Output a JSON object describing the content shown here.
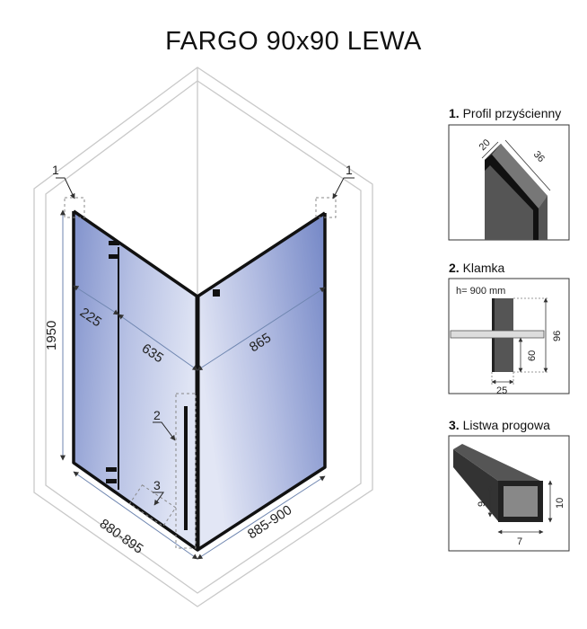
{
  "title": "FARGO 90x90 LEWA",
  "main": {
    "height": "1950",
    "d225": "225",
    "d635": "635",
    "d865": "865",
    "width_left": "880-895",
    "width_right": "885-900",
    "callout1_left": "1",
    "callout1_right": "1",
    "callout2": "2",
    "callout3": "3"
  },
  "details": [
    {
      "num": "1.",
      "name": "Profil przyścienny",
      "a": "20",
      "b": "36"
    },
    {
      "num": "2.",
      "name": "Klamka",
      "h": "h= 900 mm",
      "a": "96",
      "b": "60",
      "c": "25"
    },
    {
      "num": "3.",
      "name": "Listwa progowa",
      "a": "10",
      "b": "9",
      "c": "7"
    }
  ],
  "colors": {
    "glass": "#6f83c3",
    "frame": "#111111",
    "outline": "#c8c8c8",
    "dim": "#7a8fb0"
  }
}
